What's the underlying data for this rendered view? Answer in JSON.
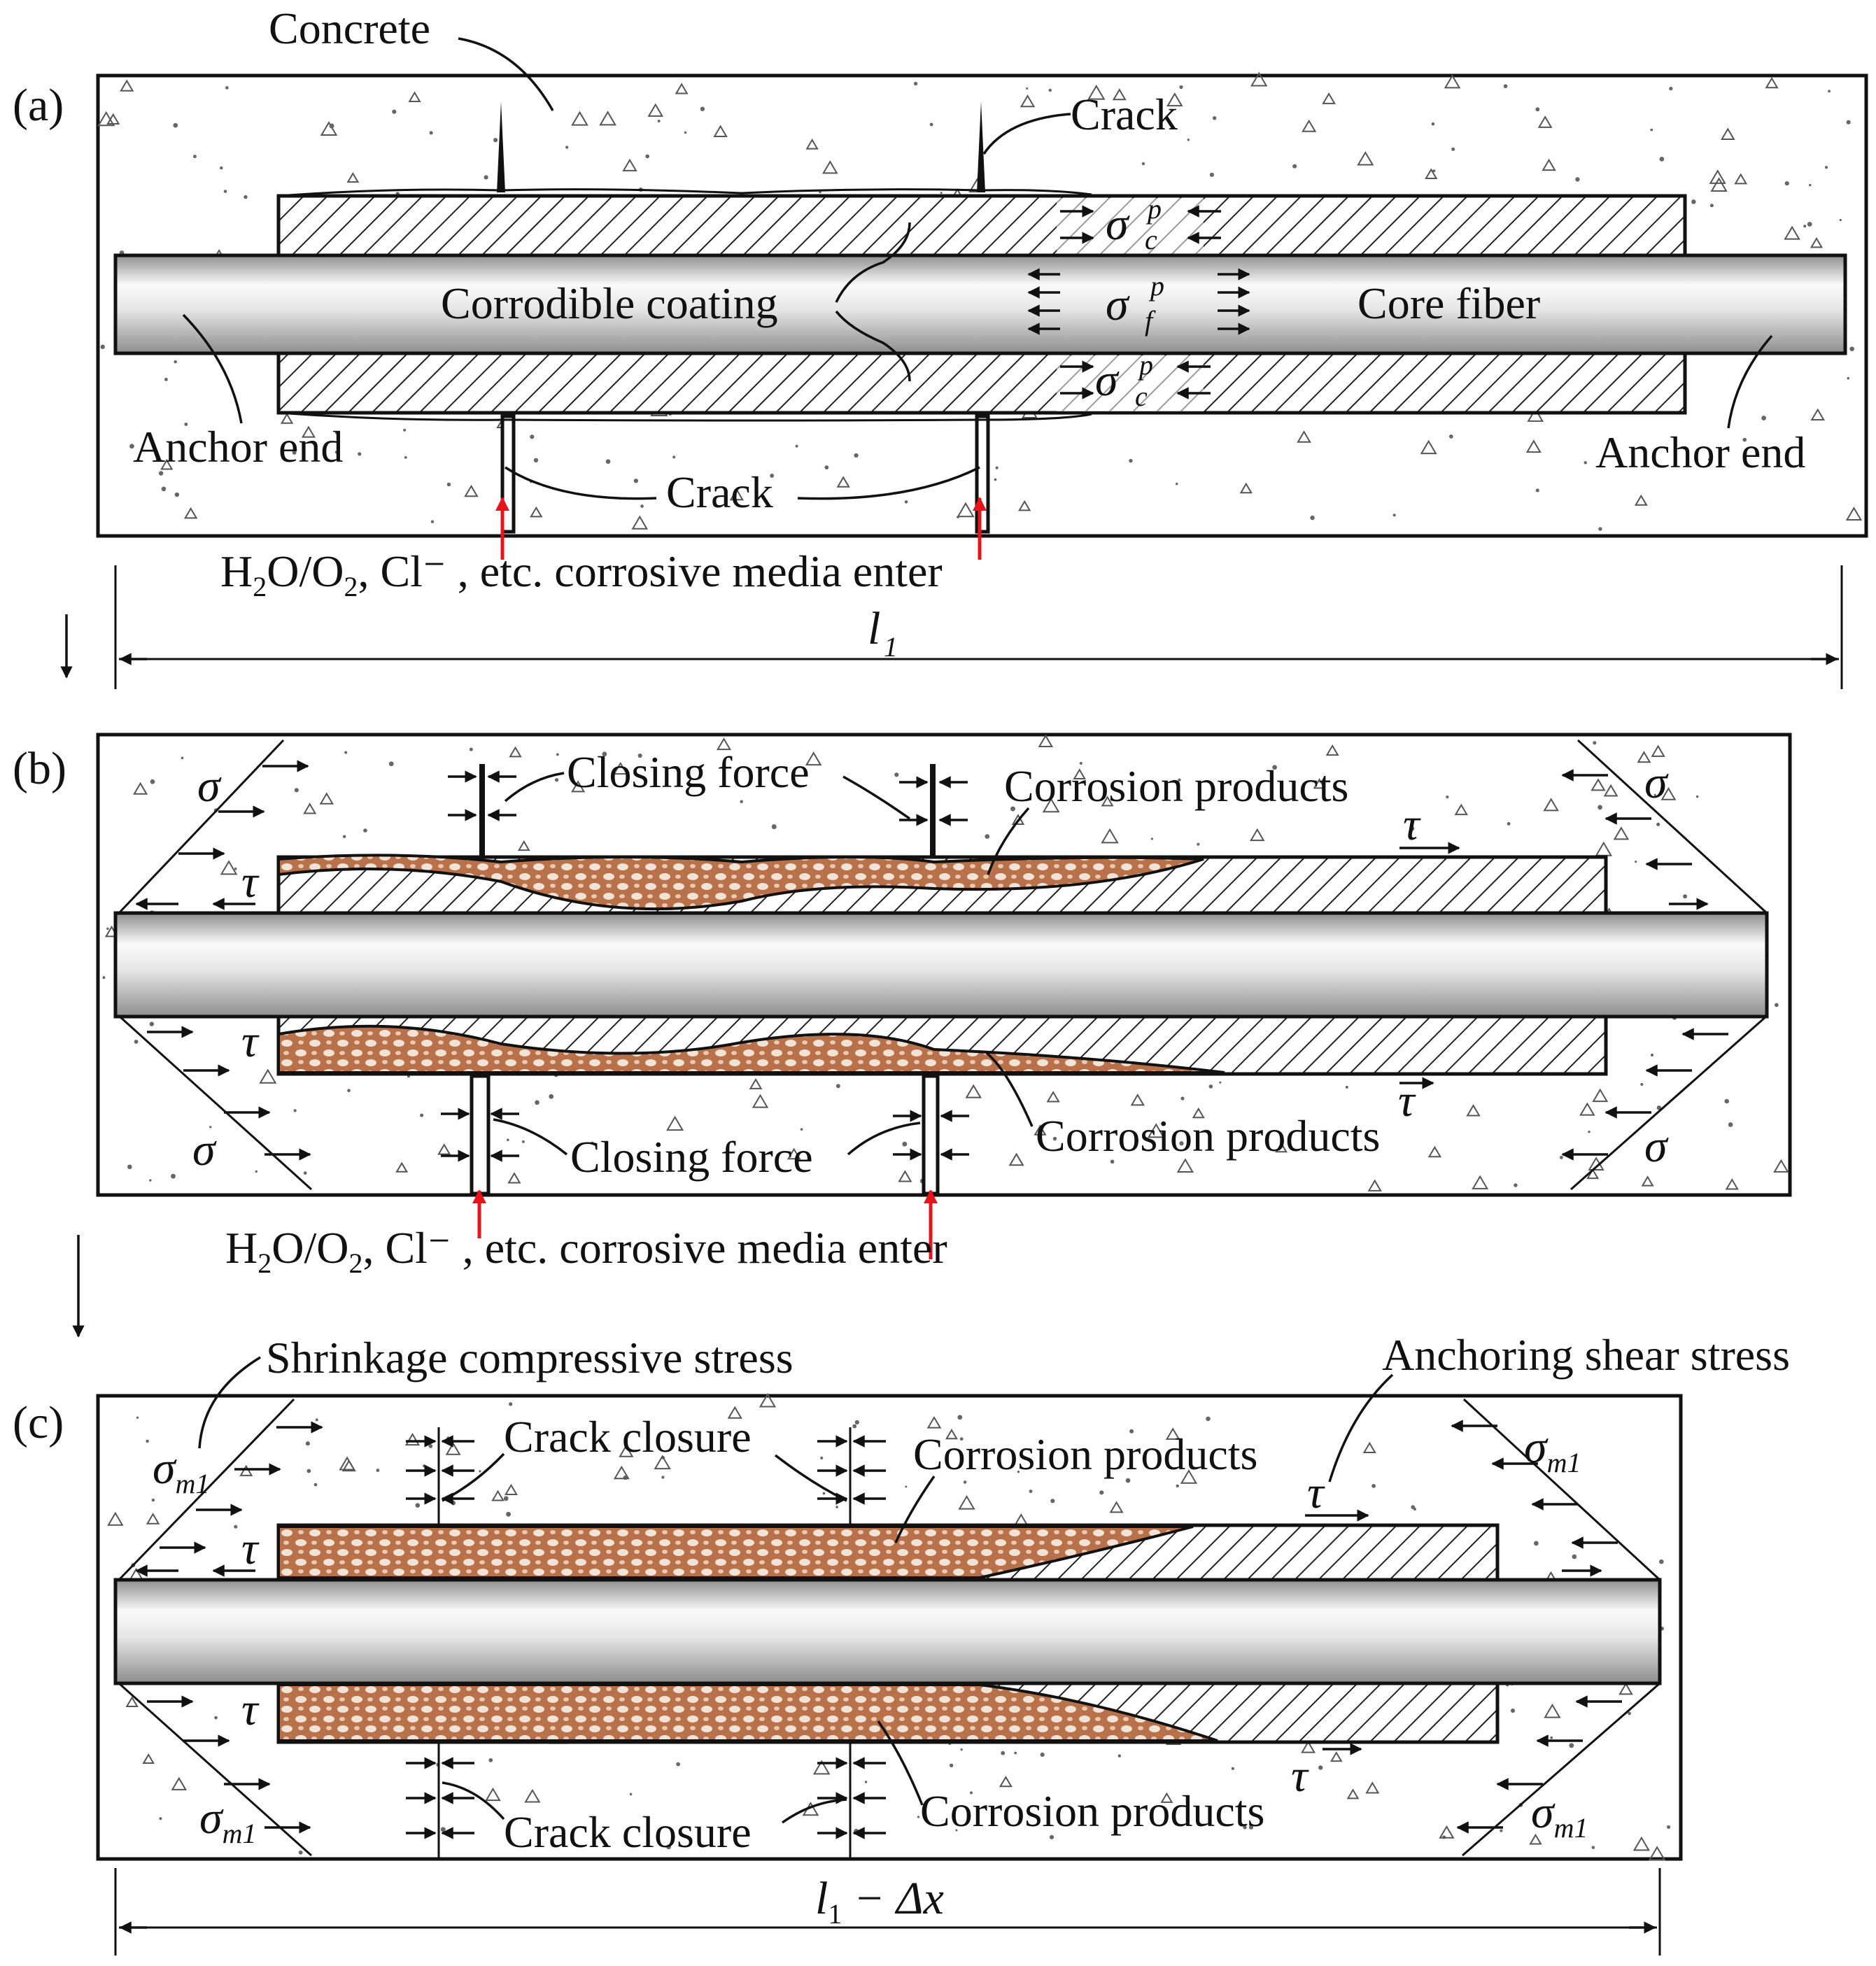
{
  "panels": {
    "a": {
      "label": "(a)",
      "concrete": "Concrete",
      "crack_top": "Crack",
      "crack_bottom": "Crack",
      "coating": "Corrodible coating",
      "core_fiber": "Core fiber",
      "anchor_left": "Anchor end",
      "anchor_right": "Anchor end",
      "media_prefix": "H",
      "media_sub1": "2",
      "media_mid": "O/O",
      "media_sub2": "2",
      "media_rest": ", Cl⁻ , etc. corrosive media enter",
      "length_symbol": "l",
      "length_sub": "1",
      "sigma": "σ",
      "sup_p": "p",
      "sub_c": "c",
      "sub_f": "f"
    },
    "b": {
      "label": "(b)",
      "closing_top": "Closing force",
      "closing_bottom": "Closing force",
      "products_top": "Corrosion products",
      "products_bottom": "Corrosion products",
      "sigma": "σ",
      "tau": "τ",
      "media_prefix": "H",
      "media_sub1": "2",
      "media_mid": "O/O",
      "media_sub2": "2",
      "media_rest": ", Cl⁻ , etc. corrosive media enter"
    },
    "c": {
      "label": "(c)",
      "shrinkage": "Shrinkage compressive stress",
      "anchoring": "Anchoring shear stress",
      "closure_top": "Crack closure",
      "closure_bottom": "Crack closure",
      "products_top": "Corrosion products",
      "products_bottom": "Corrosion products",
      "sigma": "σ",
      "sigma_sub": "m1",
      "tau": "τ",
      "length_symbol": "l",
      "length_sub": "1",
      "length_rest": " − Δx"
    }
  },
  "colors": {
    "corrosion": "#b9714a",
    "fiber_light": "#fafafa",
    "fiber_dark": "#9a9a9a",
    "media_arrow": "#e8141c",
    "outline": "#111111"
  }
}
